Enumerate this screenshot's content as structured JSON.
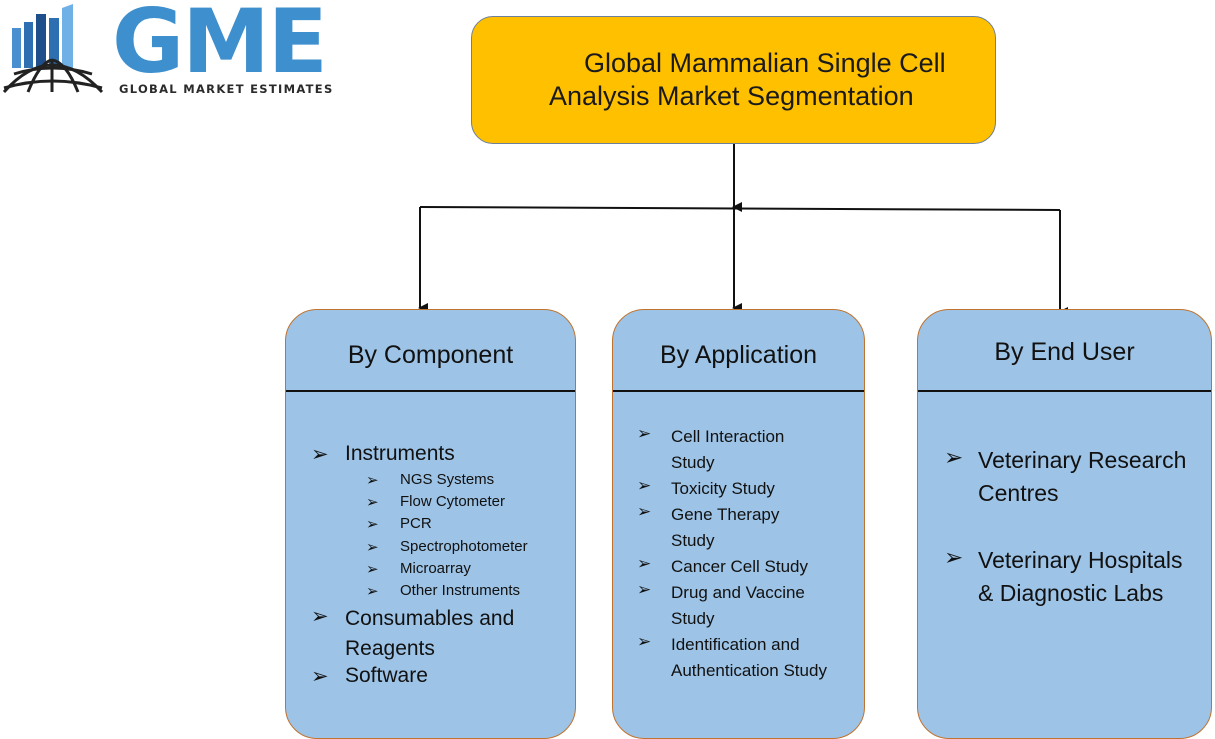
{
  "logo": {
    "wordmark": "GME",
    "tagline": "GLOBAL MARKET ESTIMATES",
    "colors": {
      "primary": "#3d8fce",
      "dark": "#2b2b2b",
      "bars": [
        "#1f4f8a",
        "#2e6fb2",
        "#4a90d0"
      ]
    }
  },
  "title": {
    "line1": "Global Mammalian Single Cell",
    "line2": "Analysis Market Segmentation",
    "fill": "#ffc000"
  },
  "colors": {
    "box_fill": "#9dc3e6",
    "box_border": "#c0732f",
    "connector": "#111111"
  },
  "categories": [
    {
      "heading": "By Component",
      "items": [
        {
          "text": "Instruments",
          "level": 1
        },
        {
          "text": "NGS Systems",
          "level": 2
        },
        {
          "text": "Flow Cytometer",
          "level": 2
        },
        {
          "text": "PCR",
          "level": 2
        },
        {
          "text": "Spectrophotometer",
          "level": 2
        },
        {
          "text": "Microarray",
          "level": 2
        },
        {
          "text": "Other Instruments",
          "level": 2
        },
        {
          "text": "Consumables and Reagents",
          "level": 1
        },
        {
          "text": "Software",
          "level": 1
        }
      ]
    },
    {
      "heading": "By Application",
      "items": [
        {
          "text": "Cell Interaction Study"
        },
        {
          "text": "Toxicity Study"
        },
        {
          "text": "Gene Therapy Study"
        },
        {
          "text": "Cancer Cell Study"
        },
        {
          "text": "Drug and Vaccine Study"
        },
        {
          "text": "Identification and Authentication Study"
        }
      ]
    },
    {
      "heading": "By End User",
      "items": [
        {
          "text": "Veterinary Research Centres"
        },
        {
          "text": "Veterinary Hospitals & Diagnostic Labs"
        }
      ]
    }
  ],
  "bullet_icon": "arrowhead-bullet-icon"
}
